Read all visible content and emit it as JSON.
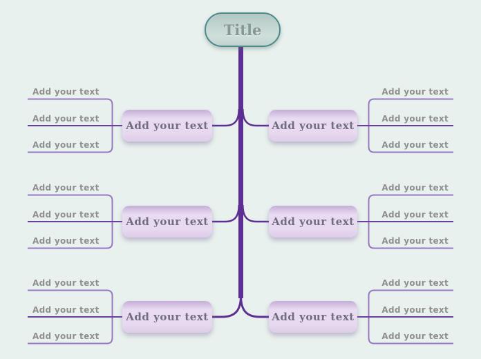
{
  "title": {
    "label": "Title"
  },
  "branches": [
    {
      "side": "left",
      "row": 1,
      "label": "Add your text",
      "items": [
        "Add your text",
        "Add your text",
        "Add your text"
      ]
    },
    {
      "side": "right",
      "row": 1,
      "label": "Add your text",
      "items": [
        "Add your text",
        "Add your text",
        "Add your text"
      ]
    },
    {
      "side": "left",
      "row": 2,
      "label": "Add your text",
      "items": [
        "Add your text",
        "Add your text",
        "Add your text"
      ]
    },
    {
      "side": "right",
      "row": 2,
      "label": "Add your text",
      "items": [
        "Add your text",
        "Add your text",
        "Add your text"
      ]
    },
    {
      "side": "left",
      "row": 3,
      "label": "Add your text",
      "items": [
        "Add your text",
        "Add your text",
        "Add your text"
      ]
    },
    {
      "side": "right",
      "row": 3,
      "label": "Add your text",
      "items": [
        "Add your text",
        "Add your text",
        "Add your text"
      ]
    }
  ],
  "colors": {
    "background": "#e9f1ef",
    "spine": "#5e2f92",
    "junction_line": "#5e2f92",
    "bracket_line": "#9678c0",
    "mid_line": "#6a3f9e",
    "node_fill": "#e6d8ee",
    "node_fill_top": "#c5aed7",
    "node_text": "#716c7e",
    "sublabel_text": "#8f8f8f",
    "title_border": "#4a8b8a",
    "title_fill": "#c6d7d3",
    "title_text": "#879793"
  }
}
